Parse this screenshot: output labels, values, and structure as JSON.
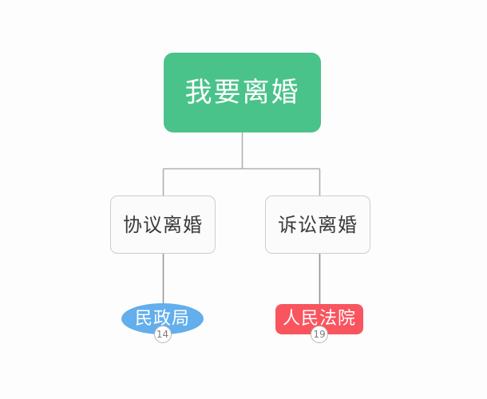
{
  "diagram": {
    "type": "flowchart",
    "background_color": "#fdfdfd",
    "edge_color": "#b0b0b0",
    "root": {
      "label": "我要离婚",
      "fill_color": "#4ac38a",
      "text_color": "#ffffff"
    },
    "branches": [
      {
        "label": "协议离婚",
        "fill_color": "#fbfbfb",
        "border_color": "#cdcdcd",
        "text_color": "#3a3a38",
        "leaf": {
          "label": "民政局",
          "badge": "14",
          "fill_color": "#63aeec",
          "text_color": "#ffffff",
          "shape": "ellipse"
        }
      },
      {
        "label": "诉讼离婚",
        "fill_color": "#fbfbfb",
        "border_color": "#cdcdcd",
        "text_color": "#3a3a38",
        "leaf": {
          "label": "人民法院",
          "badge": "19",
          "fill_color": "#f9555f",
          "text_color": "#ffffff",
          "shape": "rounded-rect"
        }
      }
    ]
  }
}
